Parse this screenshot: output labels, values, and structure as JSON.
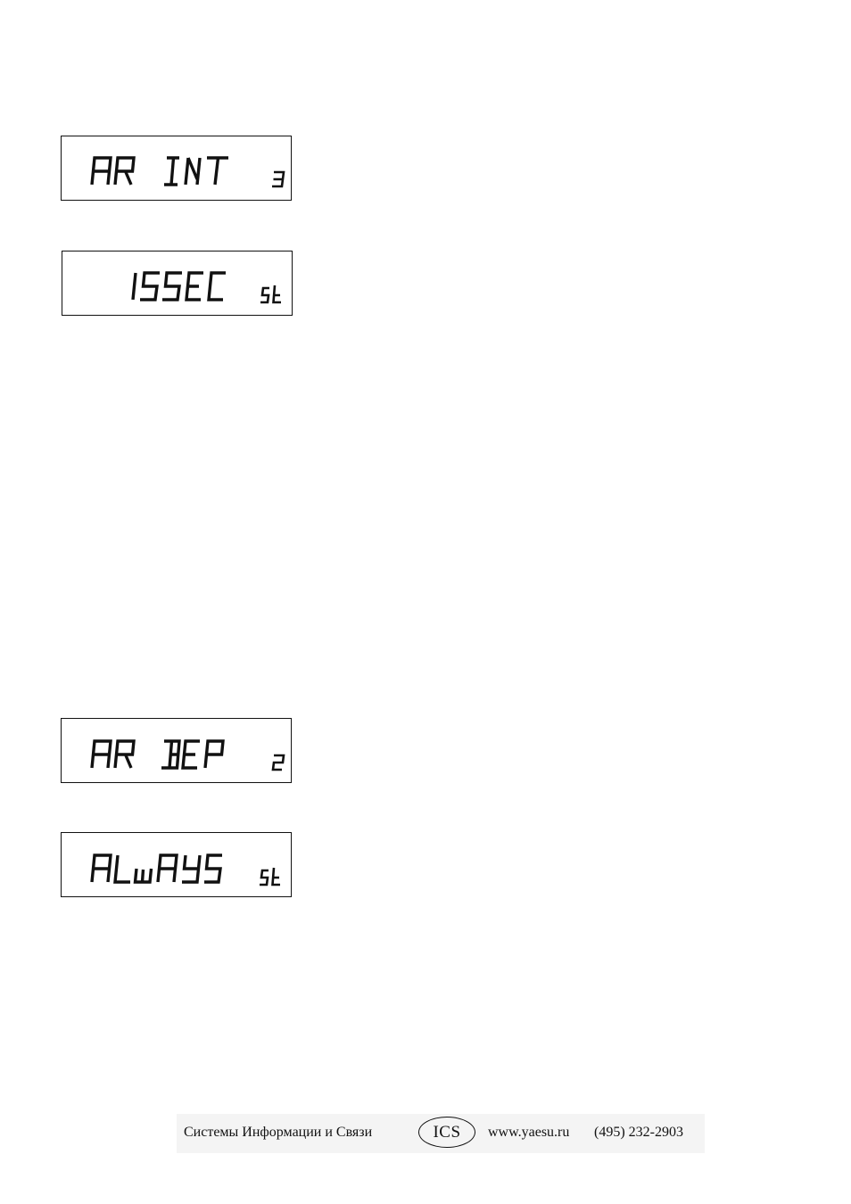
{
  "displays": [
    {
      "main": "AR INT",
      "right": "3"
    },
    {
      "main": "15SEC",
      "right": "St"
    },
    {
      "main": "AR BEP",
      "right": "2"
    },
    {
      "main": "ALWAYS",
      "right": "St"
    }
  ],
  "footer": {
    "company": "Системы Информации и Связи",
    "logo": "ICS",
    "website": "www.yaesu.ru",
    "phone": "(495) 232-2903"
  }
}
